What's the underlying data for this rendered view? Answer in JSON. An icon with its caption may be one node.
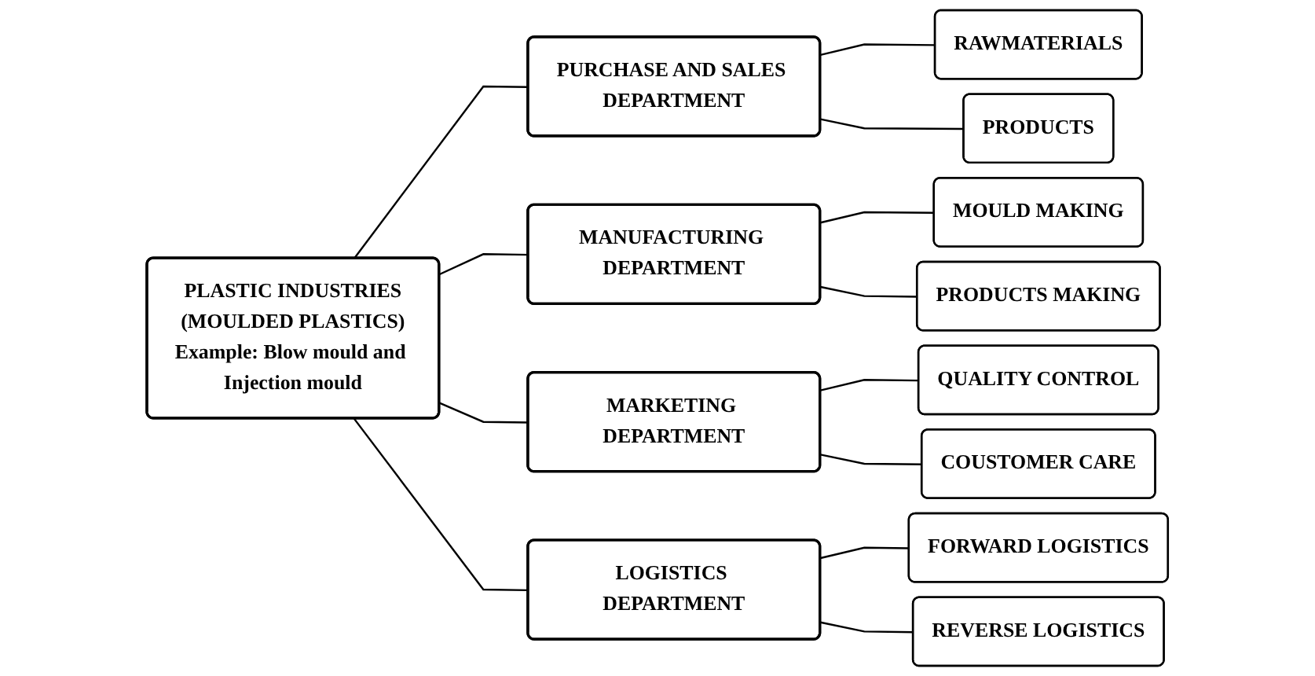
{
  "diagram": {
    "nodes": [
      {
        "text": [
          "PLASTIC INDUSTRIES",
          "(MOULDED PLASTICS)",
          "Example: Blow mould and Injection mould"
        ]
      },
      {
        "text": [
          "PURCHASE AND SALES DEPARTMENT"
        ]
      },
      {
        "text": [
          "RAWMATERIALS"
        ]
      },
      {
        "text": [
          "PRODUCTS"
        ]
      },
      {
        "text": [
          "MANUFACTURING DEPARTMENT"
        ]
      },
      {
        "text": [
          "MOULD MAKING"
        ]
      },
      {
        "text": [
          "PRODUCTS MAKING"
        ]
      },
      {
        "text": [
          "MARKETING DEPARTMENT"
        ]
      },
      {
        "text": [
          "QUALITY CONTROL"
        ]
      },
      {
        "text": [
          "COUSTOMER CARE"
        ]
      },
      {
        "text": [
          "LOGISTICS DEPARTMENT"
        ]
      },
      {
        "text": [
          "FORWARD LOGISTICS"
        ]
      },
      {
        "text": [
          "REVERSE LOGISTICS"
        ]
      }
    ],
    "edges": [
      {
        "from": 0,
        "to": 1,
        "arrow": "none"
      },
      {
        "from": 1,
        "to": 2,
        "arrow": "none"
      },
      {
        "from": 1,
        "to": 3,
        "arrow": "none"
      },
      {
        "from": 0,
        "to": 4,
        "arrow": "none"
      },
      {
        "from": 4,
        "to": 5,
        "arrow": "none"
      },
      {
        "from": 4,
        "to": 6,
        "arrow": "none"
      },
      {
        "from": 0,
        "to": 7,
        "arrow": "none"
      },
      {
        "from": 7,
        "to": 8,
        "arrow": "none"
      },
      {
        "from": 7,
        "to": 9,
        "arrow": "none"
      },
      {
        "from": 0,
        "to": 10,
        "arrow": "none"
      },
      {
        "from": 10,
        "to": 11,
        "arrow": "none"
      },
      {
        "from": 10,
        "to": 12,
        "arrow": "none"
      }
    ]
  }
}
